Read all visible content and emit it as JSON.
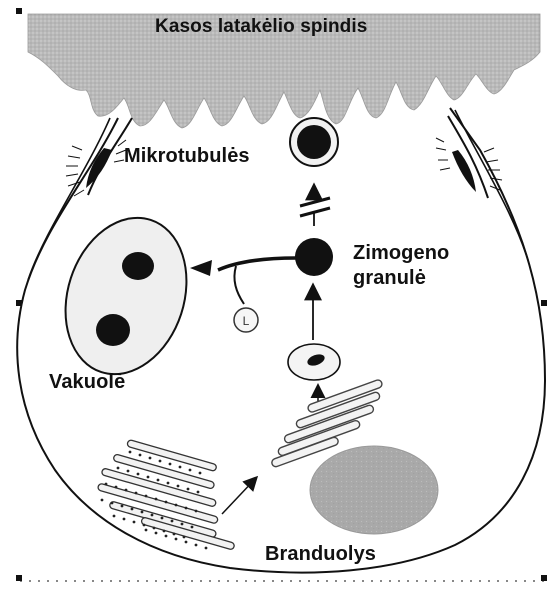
{
  "labels": {
    "lumen": "Kasos latakėlio spindis",
    "microtubules": "Mikrotubulės",
    "zymogen_line1": "Zimogeno",
    "zymogen_line2": "granulė",
    "vacuole": "Vakuolė",
    "nucleus": "Branduolys",
    "lysosome_marker": "L"
  },
  "colors": {
    "lumen_fill": "#b9b9b9",
    "nucleus_fill": "#a9a9a9",
    "vesicle_fill": "#f0f0f0",
    "granule_fill": "#111111",
    "line": "#111111"
  }
}
